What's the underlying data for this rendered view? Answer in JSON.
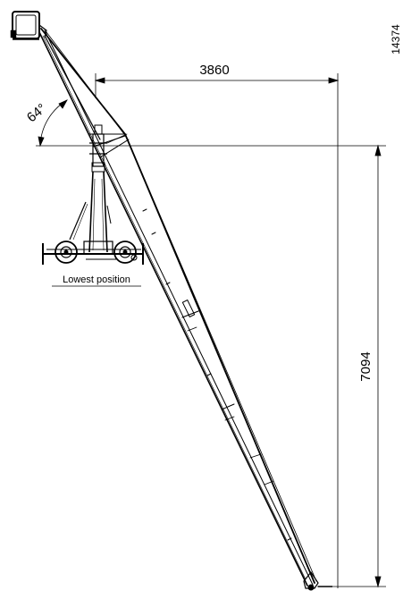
{
  "drawing": {
    "drawing_number": "14374",
    "horizontal_reach": "3860",
    "vertical_height": "7094",
    "boom_angle": "64°",
    "caption": "Lowest position"
  },
  "colors": {
    "line": "#000000",
    "background": "#ffffff"
  }
}
